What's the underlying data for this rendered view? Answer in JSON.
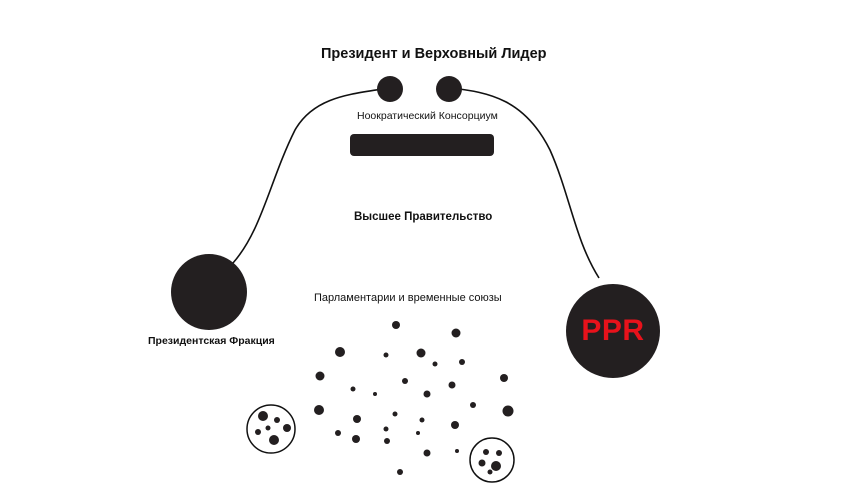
{
  "labels": {
    "leader": "Президент и Верховный Лидер",
    "consortium": "Ноократический Консорциум",
    "government": "Высшее Правительство",
    "parliament": "Парламентарии и временные союзы",
    "presidential_faction": "Президентская Фракция",
    "ppr": "PPR"
  },
  "colors": {
    "node_fill": "#231f20",
    "ppr_text": "#e8121b",
    "background": "#ffffff"
  }
}
